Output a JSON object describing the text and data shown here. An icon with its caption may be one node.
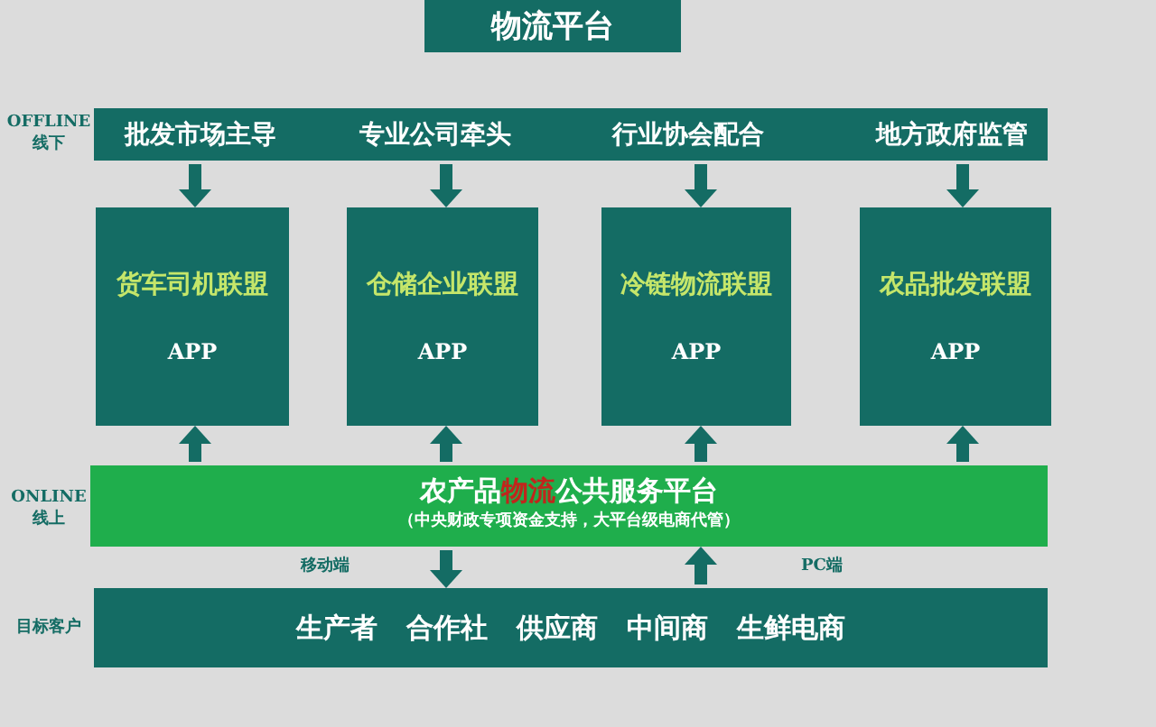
{
  "diagram": {
    "title": "物流平台",
    "nodes": [
      {
        "text": [],
        "shape": "bar"
      },
      {
        "text": [
          "批发市场主导"
        ],
        "in": 0
      },
      {
        "text": [
          "专业公司牵头"
        ],
        "in": 0
      },
      {
        "text": [
          "行业协会配合"
        ],
        "in": 0
      },
      {
        "text": [
          "地方政府监管"
        ],
        "in": 0
      },
      {
        "text": [
          "货车司机联盟",
          "APP"
        ]
      },
      {
        "text": [
          "仓储企业联盟",
          "APP"
        ]
      },
      {
        "text": [
          "冷链物流联盟",
          "APP"
        ]
      },
      {
        "text": [
          "农品批发联盟",
          "APP"
        ]
      },
      {
        "text": [
          "农产品**物流**公共服务平台",
          "（中央财政专项资金支持，大平台级电商代管）"
        ]
      },
      {
        "text": [
          "生产者",
          "合作社",
          "供应商",
          "中间商",
          "生鲜电商"
        ]
      }
    ],
    "edges": [
      {
        "from": 1,
        "to": 5,
        "arrow": "to"
      },
      {
        "from": 2,
        "to": 6,
        "arrow": "to"
      },
      {
        "from": 3,
        "to": 7,
        "arrow": "to"
      },
      {
        "from": 4,
        "to": 8,
        "arrow": "to"
      },
      {
        "from": 9,
        "to": 5,
        "arrow": "to"
      },
      {
        "from": 9,
        "to": 6,
        "arrow": "to"
      },
      {
        "from": 9,
        "to": 7,
        "arrow": "to"
      },
      {
        "from": 9,
        "to": 8,
        "arrow": "to"
      },
      {
        "from": 9,
        "to": 10,
        "arrow": "to"
      },
      {
        "from": 10,
        "to": 9,
        "arrow": "to"
      }
    ],
    "labels": [
      "OFFLINE",
      "线下",
      "ONLINE",
      "线上",
      "移动端",
      "PC端",
      "目标客户"
    ]
  }
}
